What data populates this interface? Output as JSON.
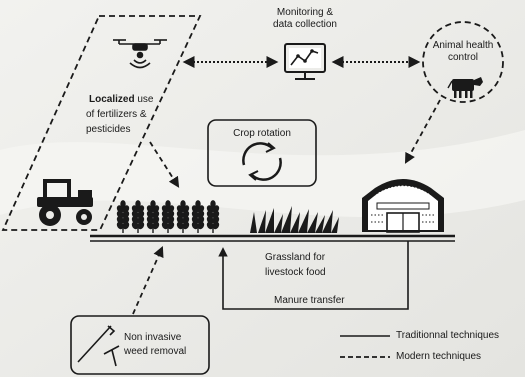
{
  "monitoring": {
    "line1": "Monitoring &",
    "line2": "data collection"
  },
  "animal_health": {
    "line1": "Animal health",
    "line2": "control"
  },
  "fertilizers": {
    "bold": "Localized",
    "rest1": " use",
    "line2": "of fertilizers &",
    "line3": "pesticides"
  },
  "crop_rotation": "Crop rotation",
  "grassland": {
    "line1": "Grassland for",
    "line2": "livestock food"
  },
  "manure": "Manure transfer",
  "weed": {
    "line1": "Non invasive",
    "line2": "weed removal"
  },
  "legend": {
    "traditional": "Traditionnal techniques",
    "modern": "Modern techniques"
  }
}
